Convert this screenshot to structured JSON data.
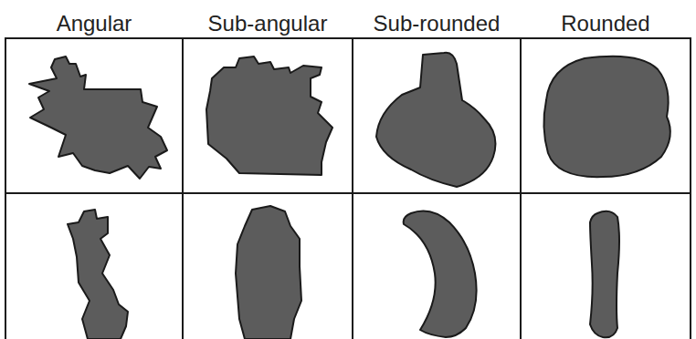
{
  "diagram": {
    "labels": [
      "Angular",
      "Sub-angular",
      "Sub-rounded",
      "Rounded"
    ]
  }
}
